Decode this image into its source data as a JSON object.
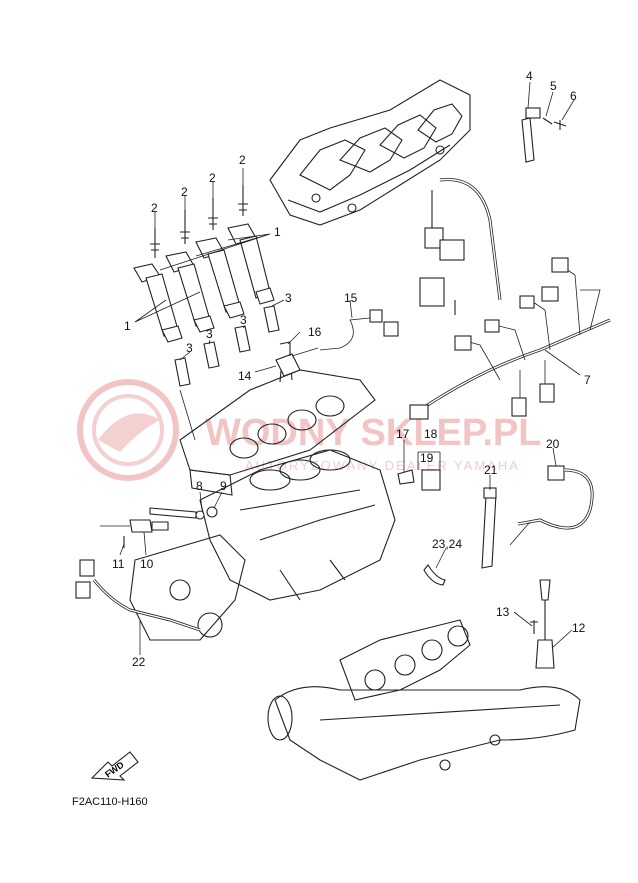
{
  "watermark": {
    "brand": "WODNY SKLEP.PL",
    "sub": "AUTORYZOWANY DEALER YAMAHA"
  },
  "diagram_code": "F2AC110-H160",
  "fwd_label": "FWD",
  "callouts": {
    "c1a": "1",
    "c1b": "1",
    "c2a": "2",
    "c2b": "2",
    "c2c": "2",
    "c2d": "2",
    "c3a": "3",
    "c3b": "3",
    "c3c": "3",
    "c3d": "3",
    "c4": "4",
    "c5": "5",
    "c6": "6",
    "c7": "7",
    "c8": "8",
    "c9": "9",
    "c10": "10",
    "c11": "11",
    "c12": "12",
    "c13": "13",
    "c14": "14",
    "c15": "15",
    "c16": "16",
    "c17": "17",
    "c18": "18",
    "c19": "19",
    "c20": "20",
    "c21": "21",
    "c22": "22",
    "c2324": "23,24"
  },
  "colors": {
    "line": "#222222",
    "watermark": "#f2c4c4"
  }
}
